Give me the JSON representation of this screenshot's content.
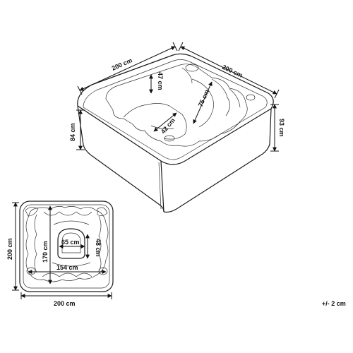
{
  "iso_view": {
    "width_label_left": "200 cm",
    "width_label_right": "200 cm",
    "height_outer_left": "84 cm",
    "height_outer_right": "93 cm",
    "depth_seat": "47 cm",
    "inner_length": "75 cm",
    "footwell": "42 cm"
  },
  "top_view": {
    "height_overall": "200 cm",
    "width_overall": "200 cm",
    "inner_height": "170 cm",
    "inner_width": "154 cm",
    "footwell_width": "65 cm",
    "footwell_depth": "48 cm"
  },
  "tolerance": "+/- 2 cm"
}
